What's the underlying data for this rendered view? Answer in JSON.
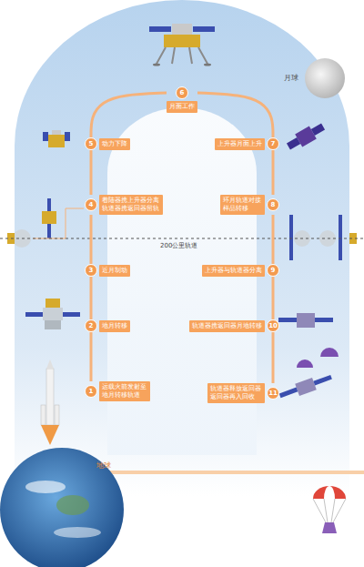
{
  "diagram": {
    "nodes": [
      {
        "text": [
          "1",
          "运载火箭发射至 地月转移轨道"
        ]
      },
      {
        "text": [
          "2",
          "地月转移"
        ]
      },
      {
        "text": [
          "3",
          "近月制动"
        ]
      },
      {
        "text": [
          "4",
          "着陆器携上升器分离 轨道器携返回器留轨"
        ]
      },
      {
        "text": [
          "5",
          "动力下降"
        ]
      },
      {
        "text": [
          "6",
          "月面工作"
        ]
      },
      {
        "text": [
          "7",
          "上升器月面上升"
        ]
      },
      {
        "text": [
          "8",
          "环月轨道对接 样品转移"
        ]
      },
      {
        "text": [
          "9",
          "上升器与轨道器分离"
        ]
      },
      {
        "text": [
          "10",
          "轨道器携返回器月地转移"
        ]
      },
      {
        "text": [
          "11",
          "轨道器释放返回器 返回器再入回收"
        ]
      }
    ],
    "edges": [
      {
        "from": 0,
        "to": 1,
        "arrow": "none"
      },
      {
        "from": 1,
        "to": 2,
        "arrow": "none"
      },
      {
        "from": 2,
        "to": 3,
        "arrow": "none"
      },
      {
        "from": 3,
        "to": 4,
        "arrow": "none"
      },
      {
        "from": 4,
        "to": 5,
        "arrow": "none"
      },
      {
        "from": 5,
        "to": 6,
        "arrow": "none"
      },
      {
        "from": 6,
        "to": 7,
        "arrow": "none"
      },
      {
        "from": 7,
        "to": 8,
        "arrow": "none"
      },
      {
        "from": 8,
        "to": 9,
        "arrow": "none"
      },
      {
        "from": 9,
        "to": 10,
        "arrow": "none"
      }
    ],
    "labels": [
      "月球",
      "200公里轨道",
      "地球"
    ]
  }
}
